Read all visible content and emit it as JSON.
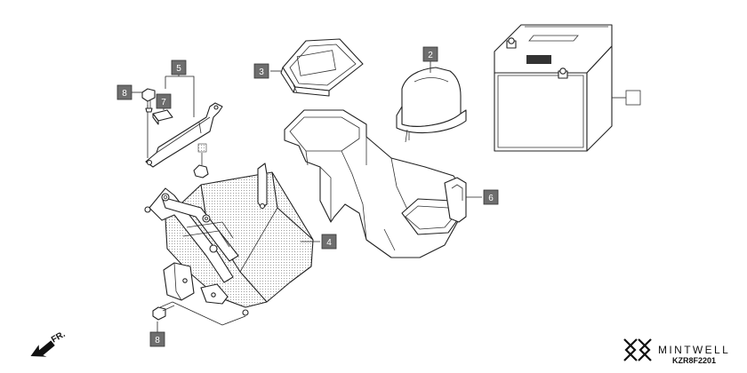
{
  "diagram": {
    "callouts": [
      {
        "id": "8",
        "label": "8"
      },
      {
        "id": "5",
        "label": "5"
      },
      {
        "id": "7",
        "label": "7"
      },
      {
        "id": "3",
        "label": "3"
      },
      {
        "id": "2",
        "label": "2"
      },
      {
        "id": "battery",
        "label": ""
      },
      {
        "id": "6",
        "label": "6"
      },
      {
        "id": "4",
        "label": "4"
      },
      {
        "id": "8b",
        "label": "8"
      }
    ],
    "direction_label": "FR.",
    "brand": "MINTWELL",
    "diagram_code": "KZR8F2201",
    "colors": {
      "callout_fill": "#6e6e6e",
      "line": "#222222",
      "stipple": "#9a9a9a"
    }
  }
}
